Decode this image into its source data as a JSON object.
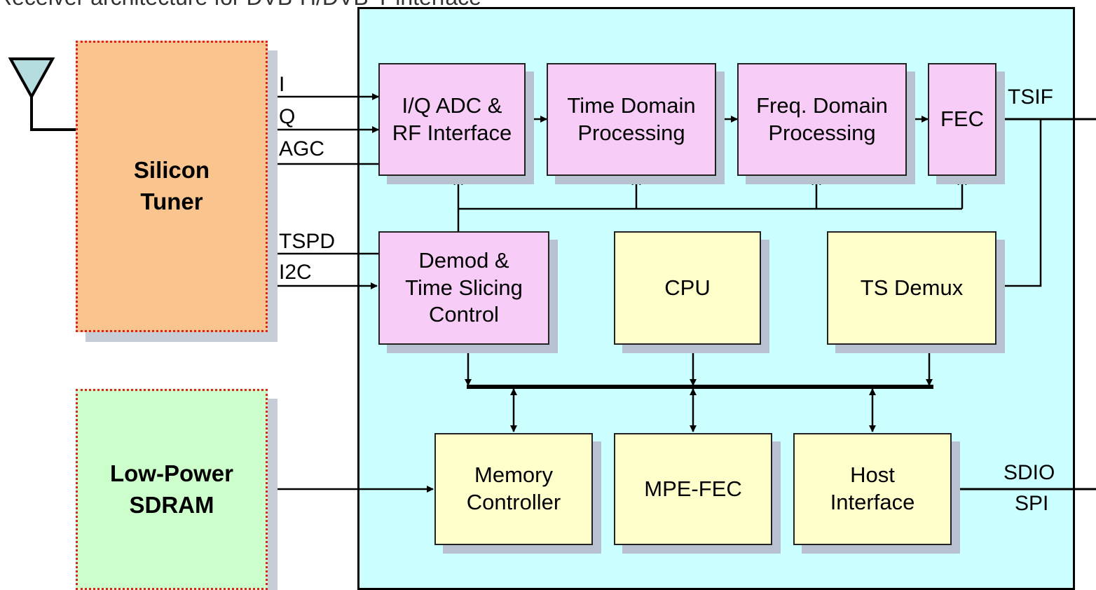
{
  "header_fragment": "Receiver architecture for DVB-H/DVB-T interface",
  "blocks": {
    "tuner": "Silicon\nTuner",
    "sdram": "Low-Power\nSDRAM",
    "iq_adc": "I/Q ADC &\nRF Interface",
    "time_domain": "Time Domain\nProcessing",
    "freq_domain": "Freq. Domain\nProcessing",
    "fec": "FEC",
    "demod": "Demod &\nTime Slicing\nControl",
    "cpu": "CPU",
    "ts_demux": "TS Demux",
    "memory_controller": "Memory\nController",
    "mpe_fec": "MPE-FEC",
    "host_interface": "Host\nInterface"
  },
  "signals": {
    "i": "I",
    "q": "Q",
    "agc": "AGC",
    "tspd": "TSPD",
    "i2c": "I2C",
    "tsif": "TSIF",
    "sdio": "SDIO",
    "spi": "SPI"
  },
  "colors": {
    "chip_bg": "#ccffff",
    "pink_block": "#f7ccf7",
    "yellow_block": "#ffffcc",
    "tuner_bg": "#fac48e",
    "sdram_bg": "#ccffcc",
    "dotted_border": "#dd2222",
    "shadow": "#b7c1cf"
  },
  "icons": {
    "antenna": "antenna-icon"
  }
}
